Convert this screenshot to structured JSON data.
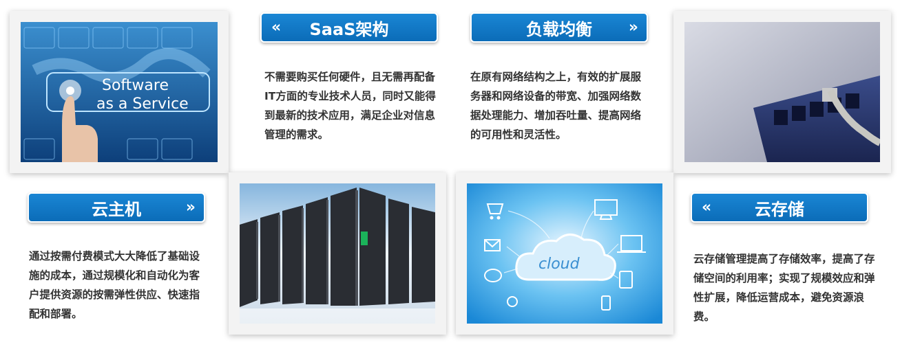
{
  "saas": {
    "title": "SaaS架构",
    "desc": "不需要购买任何硬件，且无需再配备IT方面的专业技术人员，同时又能得到最新的技术应用，满足企业对信息管理的需求。",
    "image_text_1": "Software",
    "image_text_2": "as a Service"
  },
  "load_balance": {
    "title": "负载均衡",
    "desc": "在原有网络结构之上，有效的扩展服务器和网络设备的带宽、加强网络数据处理能力、增加吞吐量、提高网络的可用性和灵活性。"
  },
  "cloud_host": {
    "title": "云主机",
    "desc": "通过按需付费模式大大降低了基础设施的成本，通过规模化和自动化为客户提供资源的按需弹性供应、快速指配和部署。"
  },
  "cloud_storage": {
    "title": "云存储",
    "desc": "云存储管理提高了存储效率，提高了存储空间的利用率；实现了规模效应和弹性扩展，降低运营成本，避免资源浪费。",
    "image_text": "cloud"
  },
  "icons": {
    "left": "chevron-left-icon",
    "right": "chevron-right-icon"
  },
  "colors": {
    "button_blue": "#0b6cb8",
    "text": "#333333"
  }
}
